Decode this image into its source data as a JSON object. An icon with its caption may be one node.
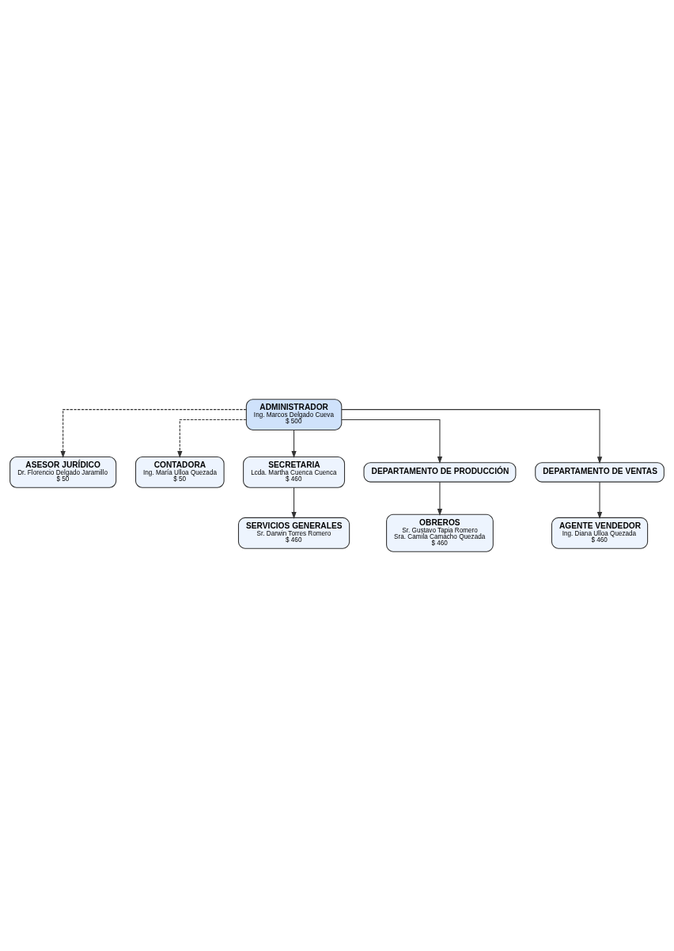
{
  "diagram": {
    "nodes": [
      {
        "text": [
          "ADMINISTRADOR",
          "Ing. Marcos Delgado Cueva",
          "$ 500"
        ]
      },
      {
        "text": [
          "ASESOR JURÍDICO",
          "Dr. Florencio Delgado Jaramillo",
          "$ 50"
        ]
      },
      {
        "text": [
          "CONTADORA",
          "Ing. María Ulloa Quezada",
          "$ 50"
        ]
      },
      {
        "text": [
          "SECRETARIA",
          "Lcda. Martha Cuenca Cuenca",
          "$ 460"
        ]
      },
      {
        "text": [
          "SERVICIOS GENERALES",
          "Sr. Darwin Torres Romero",
          "$ 460"
        ]
      },
      {
        "text": [
          "DEPARTAMENTO DE PRODUCCIÓN"
        ]
      },
      {
        "text": [
          "DEPARTAMENTO DE VENTAS"
        ]
      },
      {
        "text": [
          "OBREROS",
          "Sr. Gustavo Tapia Romero",
          "Sra. Camila Camacho Quezada",
          "$ 460"
        ]
      },
      {
        "text": [
          "AGENTE VENDEDOR",
          "Ing. Diana Ulloa Quezada",
          "$ 460"
        ]
      }
    ],
    "edges": [
      {
        "from": 0,
        "to": 1,
        "arrow": "to",
        "style": "dashed"
      },
      {
        "from": 0,
        "to": 2,
        "arrow": "to",
        "style": "dashed"
      },
      {
        "from": 0,
        "to": 3,
        "arrow": "to"
      },
      {
        "from": 3,
        "to": 4,
        "arrow": "to"
      },
      {
        "from": 0,
        "to": 5,
        "arrow": "to"
      },
      {
        "from": 0,
        "to": 6,
        "arrow": "to"
      },
      {
        "from": 5,
        "to": 7,
        "arrow": "to"
      },
      {
        "from": 6,
        "to": 8,
        "arrow": "to"
      }
    ]
  }
}
